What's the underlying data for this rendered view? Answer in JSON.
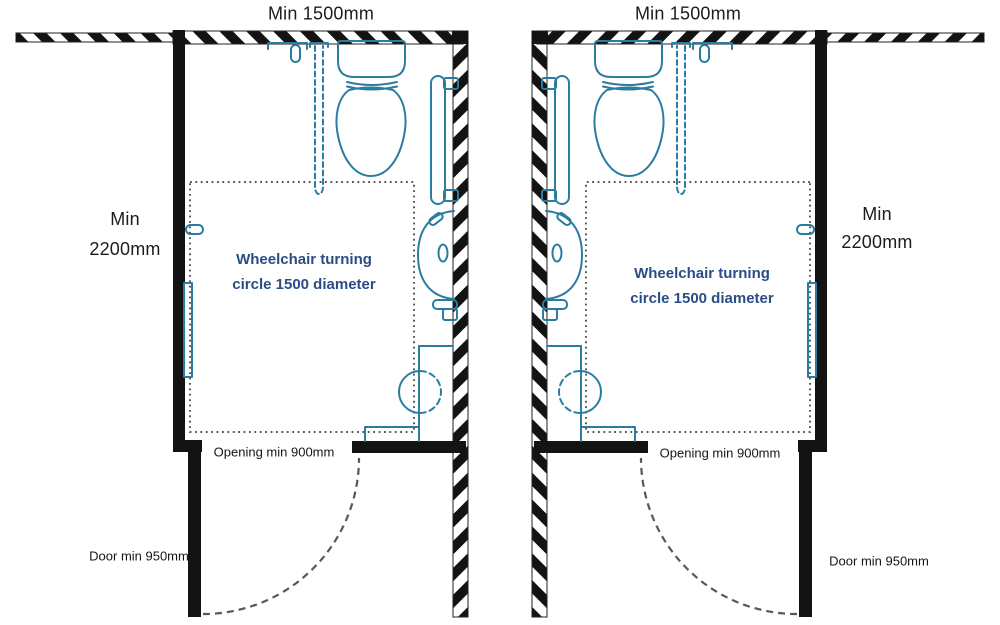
{
  "diagram": "Accessible toilet compartment plan, two mirrored layouts",
  "colors": {
    "fixture_blue": "#2b7ca1",
    "annotation_navy": "#2b4d86",
    "wall_black": "#131313",
    "door_arc_gray": "#585858",
    "turning_zone_dot_gray": "#3d3d3d"
  },
  "plan_left": {
    "top_dimension": "Min 1500mm",
    "side_dimension": [
      "Min",
      "2200mm"
    ],
    "turning_text": [
      "Wheelchair turning",
      "circle 1500 diameter"
    ],
    "opening_label": "Opening min 900mm",
    "door_label": "Door min 950mm"
  },
  "plan_right": {
    "top_dimension": "Min 1500mm",
    "side_dimension": [
      "Min",
      "2200mm"
    ],
    "turning_text": [
      "Wheelchair turning",
      "circle 1500 diameter"
    ],
    "opening_label": "Opening min 900mm",
    "door_label": "Door min 950mm"
  }
}
